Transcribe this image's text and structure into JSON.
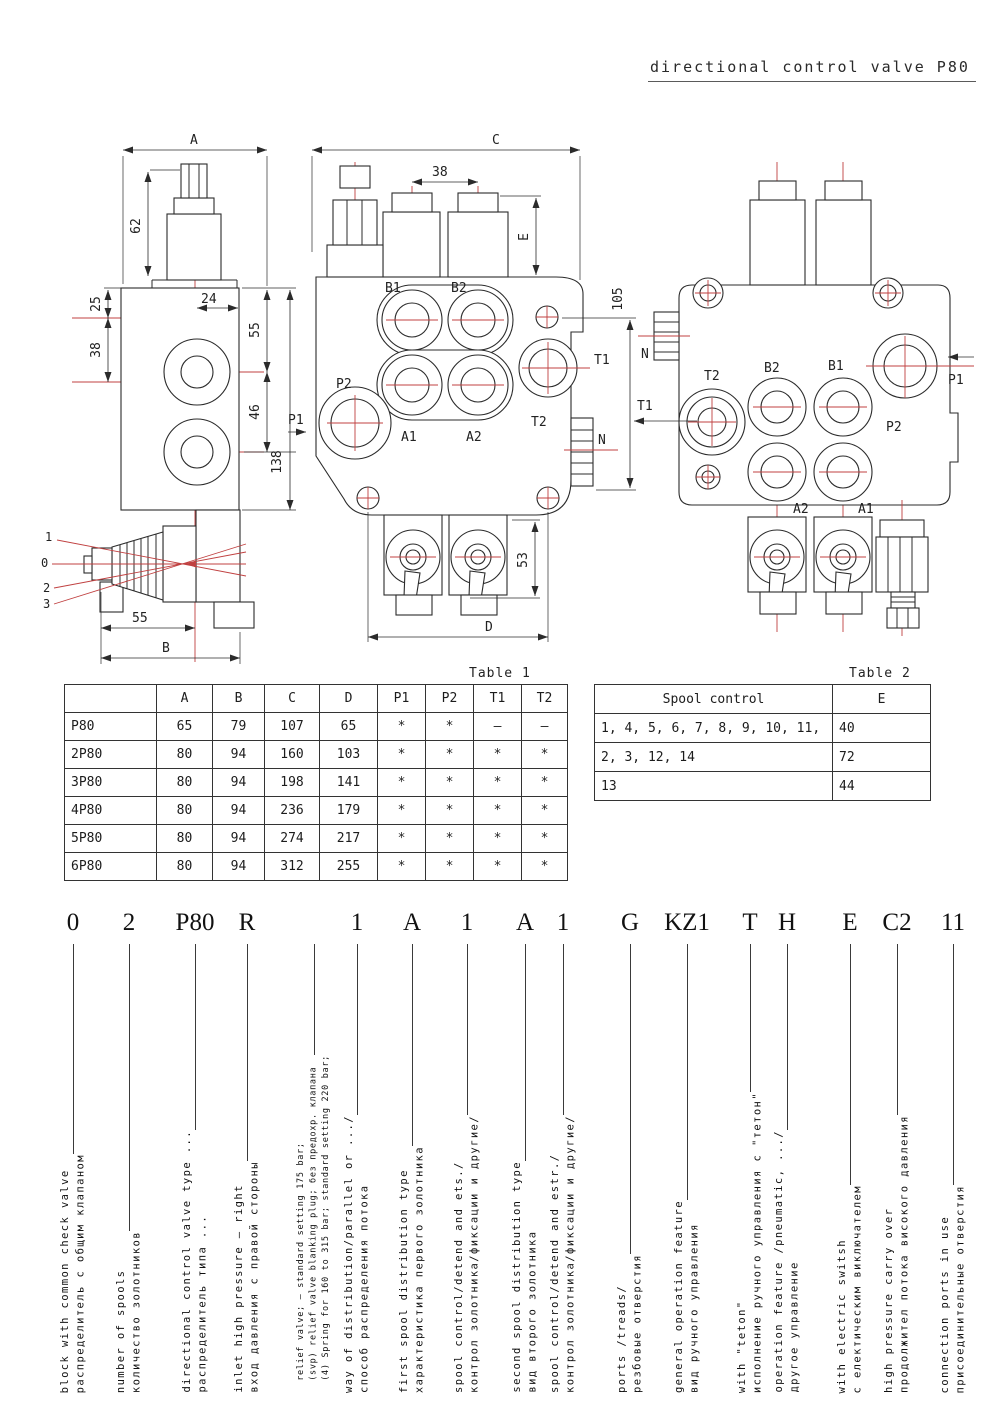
{
  "title": "directional control valve P80",
  "drawing": {
    "left": {
      "a": "A",
      "d62": "62",
      "d25": "25",
      "d38": "38",
      "d24": "24",
      "d55": "55",
      "d46": "46",
      "d138": "138",
      "d55b": "55",
      "b": "B",
      "p1": "1",
      "p0": "0",
      "p2": "2",
      "p3": "3"
    },
    "middle": {
      "c": "C",
      "d38": "38",
      "e": "E",
      "d105": "105",
      "d53": "53",
      "d": "D",
      "b1": "B1",
      "b2": "B2",
      "p1": "P1",
      "p2": "P2",
      "a1": "A1",
      "a2": "A2",
      "t1": "T1",
      "t2": "T2",
      "n": "N"
    },
    "right": {
      "n": "N",
      "t1": "T1",
      "t2": "T2",
      "b1": "B1",
      "b2": "B2",
      "p1": "P1",
      "p2": "P2",
      "a1": "A1",
      "a2": "A2"
    }
  },
  "table1": {
    "caption": "Table 1",
    "headers": [
      "",
      "A",
      "B",
      "C",
      "D",
      "P1",
      "P2",
      "T1",
      "T2"
    ],
    "rows": [
      [
        "P80",
        "65",
        "79",
        "107",
        "65",
        "*",
        "*",
        "–",
        "–"
      ],
      [
        "2P80",
        "80",
        "94",
        "160",
        "103",
        "*",
        "*",
        "*",
        "*"
      ],
      [
        "3P80",
        "80",
        "94",
        "198",
        "141",
        "*",
        "*",
        "*",
        "*"
      ],
      [
        "4P80",
        "80",
        "94",
        "236",
        "179",
        "*",
        "*",
        "*",
        "*"
      ],
      [
        "5P80",
        "80",
        "94",
        "274",
        "217",
        "*",
        "*",
        "*",
        "*"
      ],
      [
        "6P80",
        "80",
        "94",
        "312",
        "255",
        "*",
        "*",
        "*",
        "*"
      ]
    ]
  },
  "table2": {
    "caption": "Table 2",
    "headers": [
      "Spool control",
      "E"
    ],
    "rows": [
      [
        "1, 4, 5, 6, 7, 8, 9, 10, 11,",
        "40"
      ],
      [
        "2, 3, 12, 14",
        "72"
      ],
      [
        "13",
        "44"
      ]
    ]
  },
  "code": {
    "items": [
      {
        "symbol": "0",
        "en": "block with common check valve",
        "ru": "распределитель с общим клапаном"
      },
      {
        "symbol": "2",
        "en": "number of spools",
        "ru": "количество золотников"
      },
      {
        "symbol": "P80",
        "en": "directional control valve type ...",
        "ru": "распределитель типа ..."
      },
      {
        "symbol": "R",
        "en": "inlet high pressure – right",
        "ru": "вход давления с правой стороны"
      },
      {
        "symbol": "",
        "lines": [
          "relief valve; – standard setting 175 bar;",
          "(svp) relief valve blanking plug; без предохр. клапана",
          "(4) Spring for 160 to 315 bar; standard setting 220 bar;"
        ]
      },
      {
        "symbol": "1",
        "en": "way of distribution/parallel or .../",
        "ru": "способ распределения потока"
      },
      {
        "symbol": "A",
        "en": "first spool distribution type",
        "ru": "характеристика первого золотника"
      },
      {
        "symbol": "1",
        "en": "spool control/detend and ets./",
        "ru": "контрол золотника/фиксации и другие/"
      },
      {
        "symbol": "A",
        "en": "second spool distribution type",
        "ru": "вид второго золотника"
      },
      {
        "symbol": "1",
        "en": "spool control/detend and estr./",
        "ru": "контрол золотника/фиксации и другие/"
      },
      {
        "symbol": "G",
        "en": "ports /treads/",
        "ru": "резбовые отверстия"
      },
      {
        "symbol": "KZ1",
        "en": "general operation feature",
        "ru": "вид ручного управления"
      },
      {
        "symbol": "T",
        "en": "with \"teton\"",
        "ru": "исполнение ручного управления с \"тетон\""
      },
      {
        "symbol": "H",
        "en": "operation feature /pneumatic, .../",
        "ru": "другое управление"
      },
      {
        "symbol": "E",
        "en": "with electric switsh",
        "ru": "с електическим виключателем"
      },
      {
        "symbol": "C2",
        "en": "high pressure carry over",
        "ru": "продолжител потока високого давления"
      },
      {
        "symbol": "11",
        "en": "connection ports in use",
        "ru": "присоединительные отверстия"
      }
    ]
  }
}
